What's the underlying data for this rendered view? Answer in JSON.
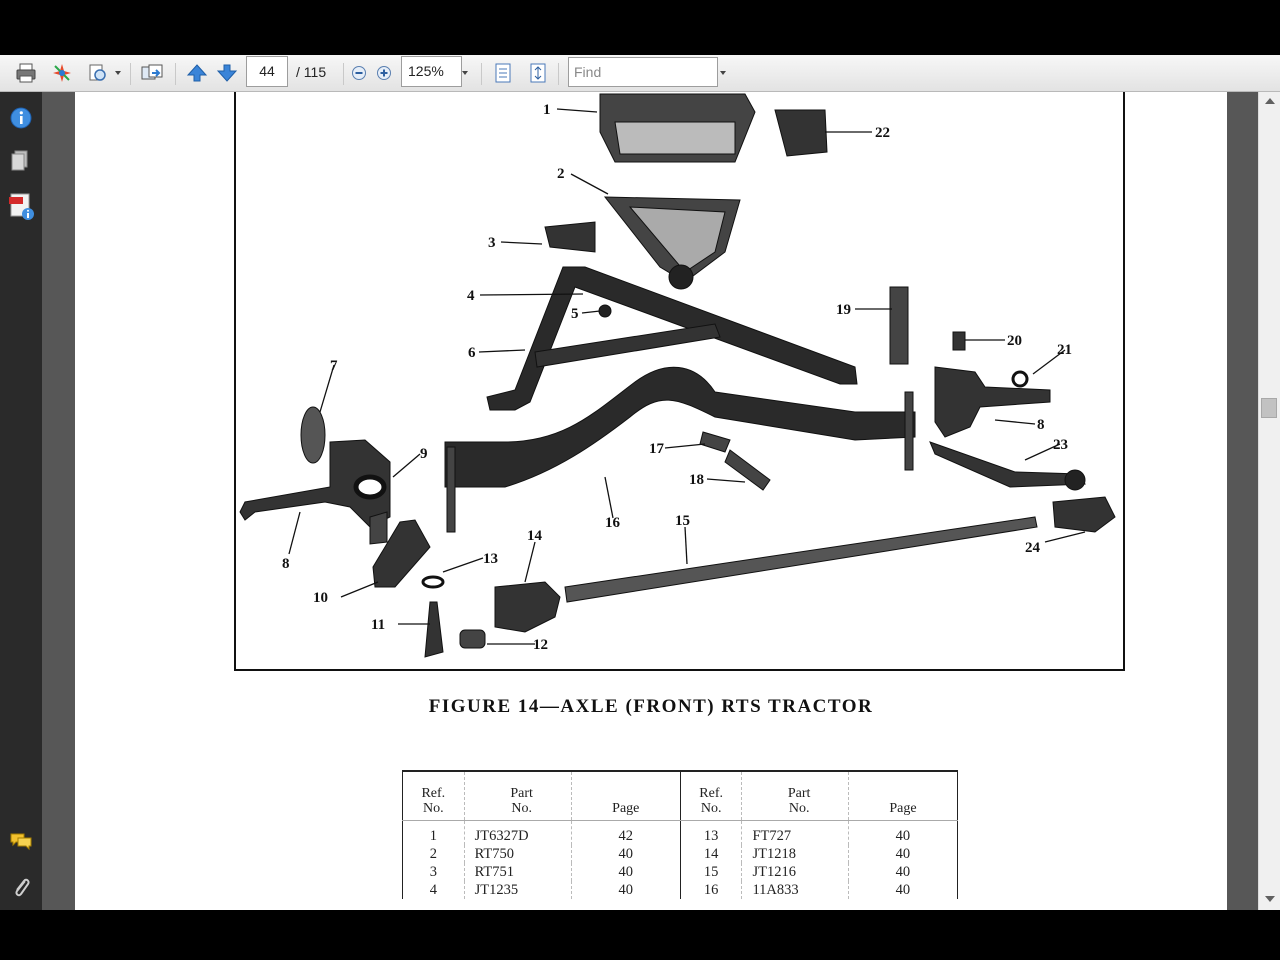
{
  "toolbar": {
    "current_page": "44",
    "total_pages": "/ 115",
    "zoom": "125%",
    "find_placeholder": "Find"
  },
  "document": {
    "figure_caption": "FIGURE 14—AXLE (FRONT) RTS TRACTOR",
    "figure_labels": [
      "1",
      "2",
      "3",
      "4",
      "5",
      "6",
      "7",
      "8",
      "9",
      "10",
      "11",
      "12",
      "13",
      "14",
      "15",
      "16",
      "17",
      "18",
      "19",
      "20",
      "21",
      "22",
      "23",
      "24",
      "8"
    ],
    "table": {
      "headers": [
        "Ref.\nNo.",
        "Part\nNo.",
        "Page",
        "Ref.\nNo.",
        "Part\nNo.",
        "Page"
      ],
      "rows": [
        [
          "1",
          "JT6327D",
          "42",
          "13",
          "FT727",
          "40"
        ],
        [
          "2",
          "RT750",
          "40",
          "14",
          "JT1218",
          "40"
        ],
        [
          "3",
          "RT751",
          "40",
          "15",
          "JT1216",
          "40"
        ],
        [
          "4",
          "JT1235",
          "40",
          "16",
          "11A833",
          "40"
        ]
      ]
    }
  }
}
